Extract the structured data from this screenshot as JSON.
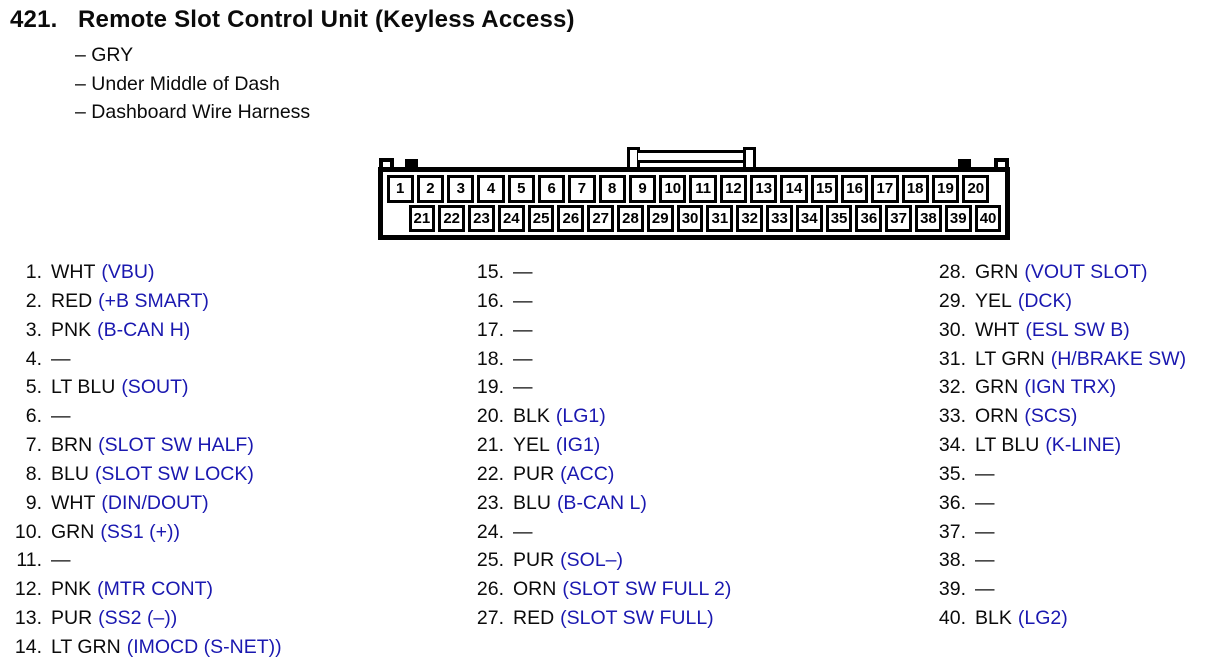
{
  "header": {
    "number": "421.",
    "title": "Remote Slot Control Unit (Keyless Access)",
    "details": [
      "– GRY",
      "– Under Middle of Dash",
      "– Dashboard Wire Harness"
    ]
  },
  "connector": {
    "top_row": [
      "1",
      "2",
      "3",
      "4",
      "5",
      "6",
      "7",
      "8",
      "9",
      "10",
      "11",
      "12",
      "13",
      "14",
      "15",
      "16",
      "17",
      "18",
      "19",
      "20"
    ],
    "bottom_row": [
      "21",
      "22",
      "23",
      "24",
      "25",
      "26",
      "27",
      "28",
      "29",
      "30",
      "31",
      "32",
      "33",
      "34",
      "35",
      "36",
      "37",
      "38",
      "39",
      "40"
    ]
  },
  "pins": {
    "column1": [
      {
        "num": "1.",
        "color": "WHT",
        "signal": "(VBU)"
      },
      {
        "num": "2.",
        "color": "RED",
        "signal": "(+B SMART)"
      },
      {
        "num": "3.",
        "color": "PNK",
        "signal": "(B-CAN H)"
      },
      {
        "num": "4.",
        "color": "—",
        "signal": ""
      },
      {
        "num": "5.",
        "color": "LT BLU",
        "signal": "(SOUT)"
      },
      {
        "num": "6.",
        "color": "—",
        "signal": ""
      },
      {
        "num": "7.",
        "color": "BRN",
        "signal": "(SLOT SW HALF)"
      },
      {
        "num": "8.",
        "color": "BLU",
        "signal": "(SLOT SW LOCK)"
      },
      {
        "num": "9.",
        "color": "WHT",
        "signal": "(DIN/DOUT)"
      },
      {
        "num": "10.",
        "color": "GRN",
        "signal": "(SS1 (+))"
      },
      {
        "num": "11.",
        "color": "—",
        "signal": ""
      },
      {
        "num": "12.",
        "color": "PNK",
        "signal": "(MTR CONT)"
      },
      {
        "num": "13.",
        "color": "PUR",
        "signal": "(SS2 (–))"
      },
      {
        "num": "14.",
        "color": "LT GRN",
        "signal": "(IMOCD (S-NET))"
      }
    ],
    "column2": [
      {
        "num": "15.",
        "color": "—",
        "signal": ""
      },
      {
        "num": "16.",
        "color": "—",
        "signal": ""
      },
      {
        "num": "17.",
        "color": "—",
        "signal": ""
      },
      {
        "num": "18.",
        "color": "—",
        "signal": ""
      },
      {
        "num": "19.",
        "color": "—",
        "signal": ""
      },
      {
        "num": "20.",
        "color": "BLK",
        "signal": "(LG1)"
      },
      {
        "num": "21.",
        "color": "YEL",
        "signal": "(IG1)"
      },
      {
        "num": "22.",
        "color": "PUR",
        "signal": "(ACC)"
      },
      {
        "num": "23.",
        "color": "BLU",
        "signal": "(B-CAN L)"
      },
      {
        "num": "24.",
        "color": "—",
        "signal": ""
      },
      {
        "num": "25.",
        "color": "PUR",
        "signal": "(SOL–)"
      },
      {
        "num": "26.",
        "color": "ORN",
        "signal": "(SLOT SW FULL 2)"
      },
      {
        "num": "27.",
        "color": "RED",
        "signal": "(SLOT SW FULL)"
      }
    ],
    "column3": [
      {
        "num": "28.",
        "color": "GRN",
        "signal": "(VOUT SLOT)"
      },
      {
        "num": "29.",
        "color": "YEL",
        "signal": "(DCK)"
      },
      {
        "num": "30.",
        "color": "WHT",
        "signal": "(ESL SW B)"
      },
      {
        "num": "31.",
        "color": "LT GRN",
        "signal": "(H/BRAKE SW)"
      },
      {
        "num": "32.",
        "color": "GRN",
        "signal": "(IGN TRX)"
      },
      {
        "num": "33.",
        "color": "ORN",
        "signal": "(SCS)"
      },
      {
        "num": "34.",
        "color": "LT BLU",
        "signal": "(K-LINE)"
      },
      {
        "num": "35.",
        "color": "—",
        "signal": ""
      },
      {
        "num": "36.",
        "color": "—",
        "signal": ""
      },
      {
        "num": "37.",
        "color": "—",
        "signal": ""
      },
      {
        "num": "38.",
        "color": "—",
        "signal": ""
      },
      {
        "num": "39.",
        "color": "—",
        "signal": ""
      },
      {
        "num": "40.",
        "color": "BLK",
        "signal": "(LG2)"
      }
    ]
  },
  "colors": {
    "signal_blue": "#1a18b0",
    "text_black": "#0b0b0b",
    "background": "#ffffff"
  }
}
